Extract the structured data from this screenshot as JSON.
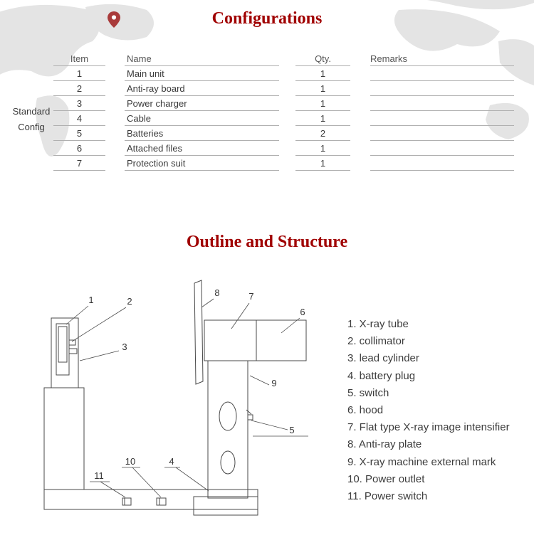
{
  "colors": {
    "title_accent": "#a00000",
    "line_gray": "#b0b0b0",
    "diagram_stroke": "#4a4a4a",
    "map_pin_red": "#a93b3b"
  },
  "sections": {
    "configurations_title": "Configurations",
    "outline_title": "Outline and Structure"
  },
  "table": {
    "group_label": [
      "Standard",
      "Config"
    ],
    "headers": [
      "Item",
      "Name",
      "Qty.",
      "Remarks"
    ],
    "rows": [
      {
        "item": "1",
        "name": "Main unit",
        "qty": "1",
        "remarks": ""
      },
      {
        "item": "2",
        "name": "Anti-ray board",
        "qty": "1",
        "remarks": ""
      },
      {
        "item": "3",
        "name": "Power charger",
        "qty": "1",
        "remarks": ""
      },
      {
        "item": "4",
        "name": "Cable",
        "qty": "1",
        "remarks": ""
      },
      {
        "item": "5",
        "name": "Batteries",
        "qty": "2",
        "remarks": ""
      },
      {
        "item": "6",
        "name": "Attached files",
        "qty": "1",
        "remarks": ""
      },
      {
        "item": "7",
        "name": "Protection suit",
        "qty": "1",
        "remarks": ""
      }
    ]
  },
  "diagram": {
    "callouts": [
      "1",
      "2",
      "3",
      "4",
      "5",
      "6",
      "7",
      "8",
      "9",
      "10",
      "11"
    ]
  },
  "legend": {
    "items": [
      "1. X-ray tube",
      "2. collimator",
      "3. lead cylinder",
      "4. battery plug",
      "5. switch",
      "6. hood",
      "7. Flat type X-ray image intensifier",
      "8. Anti-ray plate",
      "9. X-ray machine external mark",
      "10. Power outlet",
      "11. Power switch"
    ]
  },
  "icons": {
    "map_pin": "location-pin"
  }
}
